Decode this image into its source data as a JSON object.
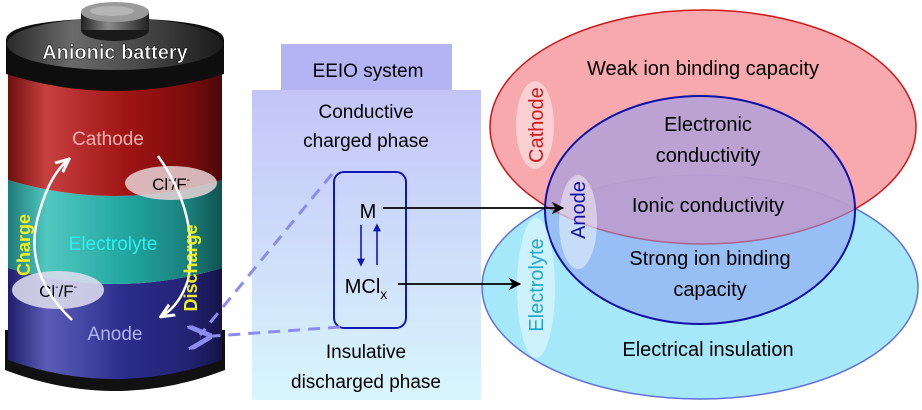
{
  "battery": {
    "title": "Anionic battery",
    "layers": {
      "cathode": "Cathode",
      "electrolyte": "Electrolyte",
      "anode": "Anode"
    },
    "ion_label_main": "Cl",
    "ion_label_sup1": "-",
    "ion_label_mid": "/F",
    "ion_label_sup2": "-",
    "charge_label": "Charge",
    "discharge_label": "Discharge",
    "colors": {
      "cathode": "#a01818",
      "electrolyte": "#22a6a0",
      "anode": "#2c2c8c",
      "charge_text": "#f0f020",
      "cathode_text": "#f3b0b0",
      "electrolyte_text": "#2ef0f0",
      "anode_text": "#b0b4f0"
    }
  },
  "eeio": {
    "title": "EEIO system",
    "top_phase_line1": "Conductive",
    "top_phase_line2": "charged phase",
    "bottom_phase_line1": "Insulative",
    "bottom_phase_line2": "discharged phase",
    "species_top": "M",
    "species_bottom_main": "MCl",
    "species_bottom_sub": "x",
    "colors": {
      "header_bg": "#b4b4f4",
      "box_stroke": "#1018b8",
      "dash": "#8c8cf0"
    }
  },
  "venn": {
    "cathode_label": "Cathode",
    "anode_label": "Anode",
    "electrolyte_label": "Electrolyte",
    "weak_binding": "Weak ion binding capacity",
    "electronic_line1": "Electronic",
    "electronic_line2": "conductivity",
    "ionic": "Ionic conductivity",
    "strong_line1": "Strong ion binding",
    "strong_line2": "capacity",
    "insulation": "Electrical insulation",
    "colors": {
      "cathode_fill": "#f6a0a4",
      "cathode_stroke": "#d01818",
      "anode_stroke": "#1010a8",
      "electrolyte_fill": "#a4e8fa",
      "electrolyte_stroke": "#6070e0",
      "cathode_text": "#d01818",
      "anode_text": "#1010a8",
      "electrolyte_text": "#20a8d0"
    }
  }
}
